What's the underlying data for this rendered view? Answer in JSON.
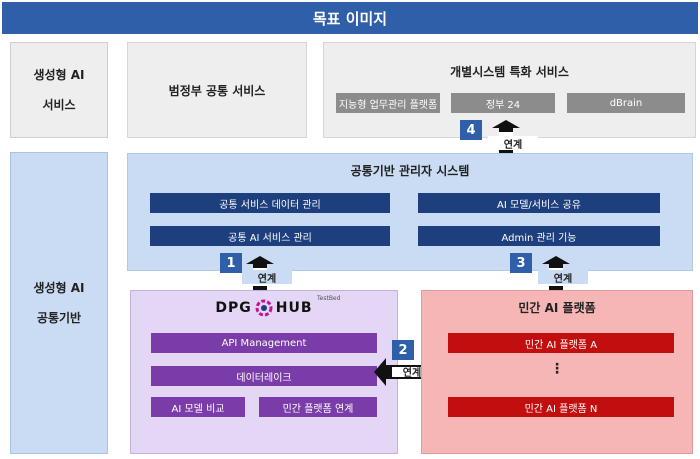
{
  "title": "목표 이미지",
  "left_labels": {
    "service": [
      "생성형 AI",
      "서비스"
    ],
    "infra": [
      "생성형 AI",
      "공통기반"
    ]
  },
  "gov_common": {
    "title": "범정부 공통 서비스"
  },
  "individual": {
    "title": "개별시스템 특화 서비스",
    "chips": [
      "지능형 업무관리 플랫폼",
      "정부 24",
      "dBrain"
    ]
  },
  "mgmt": {
    "title": "공통기반 관리자 시스템",
    "bars": [
      "공통 서비스 데이터 관리",
      "AI 모델/서비스 공유",
      "공통 AI 서비스 관리",
      "Admin 관리 기능"
    ]
  },
  "hub": {
    "logo_left": "DPG",
    "logo_right": "HUB",
    "logo_tag": "TestBed",
    "bars": [
      "API Management",
      "데이터레이크",
      "AI 모델 비교",
      "민간 플랫폼 연계"
    ]
  },
  "private": {
    "title": "민간 AI 플랫폼",
    "bars": [
      "민간 AI 플랫폼 A",
      "⋮",
      "민간 AI 플랫폼 N"
    ]
  },
  "links": [
    {
      "num": "1",
      "label": "연계"
    },
    {
      "num": "2",
      "label": "연계"
    },
    {
      "num": "3",
      "label": "연계"
    },
    {
      "num": "4",
      "label": "연계"
    }
  ],
  "colors": {
    "title_bar": "#2e5fa8",
    "navy": "#1d3f7d",
    "purple": "#7a3ca8",
    "red": "#c20e0e",
    "light_blue": "#c9dcf3",
    "light_purple": "#e4d6f5",
    "light_red": "#f6b6b6",
    "gray": "#eeeeee"
  }
}
